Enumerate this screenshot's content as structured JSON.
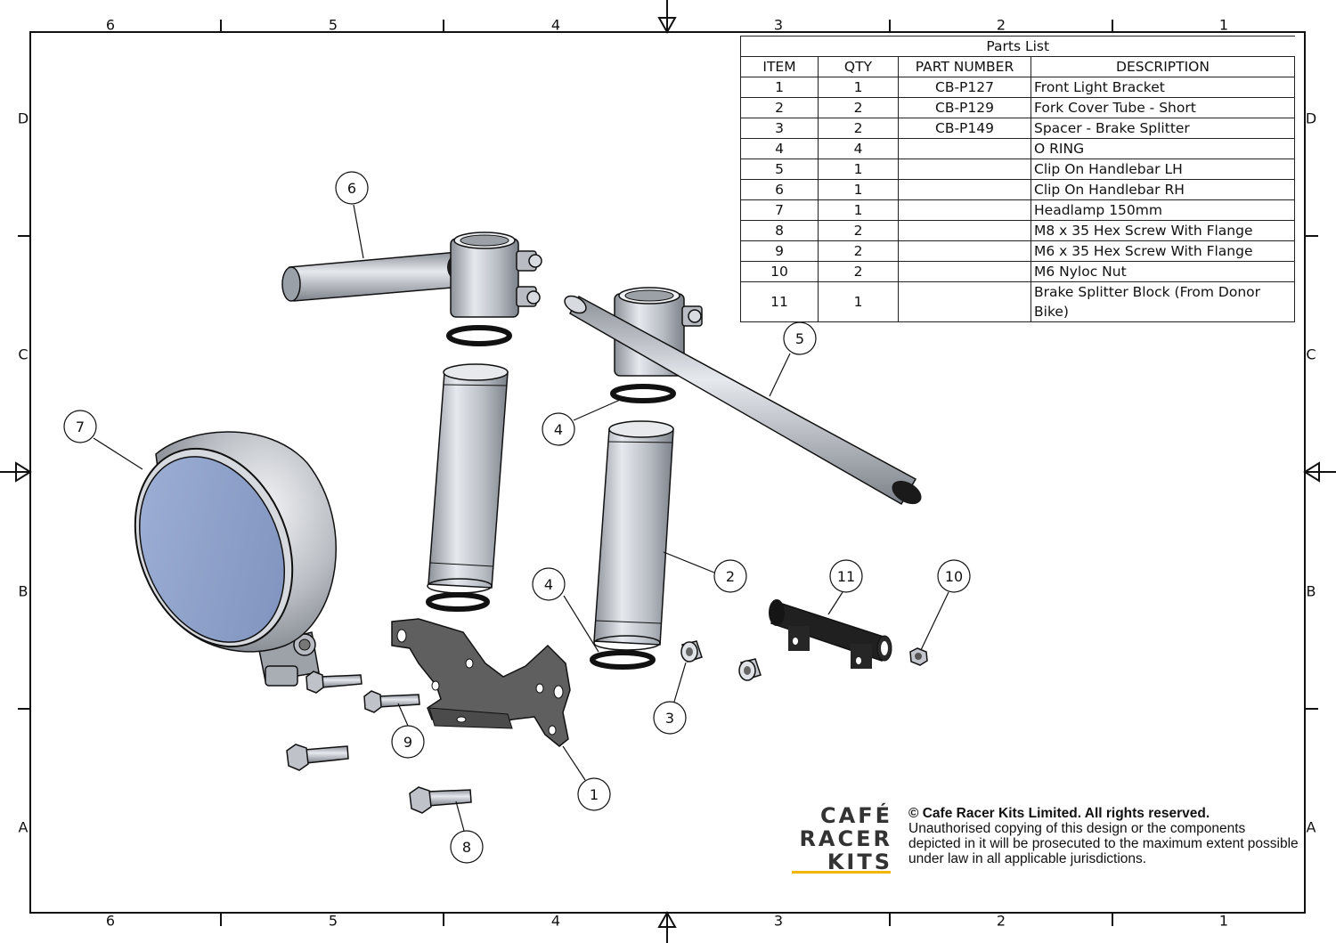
{
  "zones": {
    "columns": [
      "6",
      "5",
      "4",
      "3",
      "2",
      "1"
    ],
    "rows": [
      "D",
      "C",
      "B",
      "A"
    ]
  },
  "parts_list": {
    "title": "Parts List",
    "headers": [
      "ITEM",
      "QTY",
      "PART NUMBER",
      "DESCRIPTION"
    ],
    "rows": [
      [
        "1",
        "1",
        "CB-P127",
        "Front Light Bracket"
      ],
      [
        "2",
        "2",
        "CB-P129",
        "Fork Cover Tube - Short"
      ],
      [
        "3",
        "2",
        "CB-P149",
        "Spacer - Brake Splitter"
      ],
      [
        "4",
        "4",
        "",
        "O RING"
      ],
      [
        "5",
        "1",
        "",
        "Clip On Handlebar LH"
      ],
      [
        "6",
        "1",
        "",
        "Clip On Handlebar RH"
      ],
      [
        "7",
        "1",
        "",
        "Headlamp 150mm"
      ],
      [
        "8",
        "2",
        "",
        "M8 x 35 Hex Screw With Flange"
      ],
      [
        "9",
        "2",
        "",
        "M6 x 35 Hex Screw With Flange"
      ],
      [
        "10",
        "2",
        "",
        "M6 Nyloc Nut"
      ],
      [
        "11",
        "1",
        "",
        "Brake Splitter Block (From Donor Bike)"
      ]
    ]
  },
  "balloons": [
    "6",
    "5",
    "4",
    "7",
    "4",
    "2",
    "11",
    "10",
    "3",
    "9",
    "1",
    "8"
  ],
  "logo": {
    "line1": "CAFÉ",
    "line2": "RACER",
    "line3": "KITS",
    "accent": "#f2b705"
  },
  "copyright": {
    "title": "© Cafe Racer Kits Limited. All rights reserved.",
    "body": "Unauthorised copying of this design or the components depicted in it will be prosecuted to the maximum extent possible under law in all applicable jurisdictions."
  },
  "colors": {
    "metal": "#c8ccd2",
    "lens": "#8fa3cc",
    "dark_part": "#222222",
    "bracket": "#5e5e5e"
  }
}
